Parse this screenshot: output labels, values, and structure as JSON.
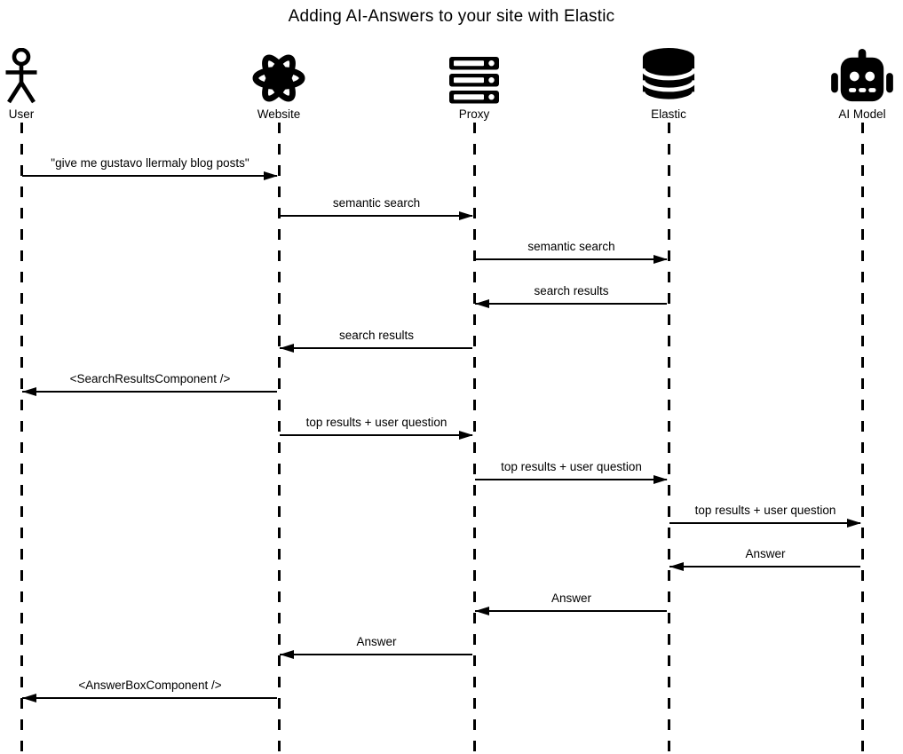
{
  "title": "Adding AI-Answers to your site with Elastic",
  "colors": {
    "foreground": "#000000",
    "background": "#ffffff"
  },
  "diagram": {
    "type": "sequence-diagram",
    "actors": [
      {
        "id": "user",
        "label": "User",
        "icon": "person-icon"
      },
      {
        "id": "website",
        "label": "Website",
        "icon": "react-atom-icon"
      },
      {
        "id": "proxy",
        "label": "Proxy",
        "icon": "server-stack-icon"
      },
      {
        "id": "elastic",
        "label": "Elastic",
        "icon": "database-icon"
      },
      {
        "id": "ai-model",
        "label": "AI Model",
        "icon": "robot-icon"
      }
    ],
    "messages": [
      {
        "from": "user",
        "to": "website",
        "label": "\"give me gustavo llermaly blog posts\""
      },
      {
        "from": "website",
        "to": "proxy",
        "label": "semantic search"
      },
      {
        "from": "proxy",
        "to": "elastic",
        "label": "semantic search"
      },
      {
        "from": "elastic",
        "to": "proxy",
        "label": "search results"
      },
      {
        "from": "proxy",
        "to": "website",
        "label": "search results"
      },
      {
        "from": "website",
        "to": "user",
        "label": "<SearchResultsComponent />"
      },
      {
        "from": "website",
        "to": "proxy",
        "label": "top results + user question"
      },
      {
        "from": "proxy",
        "to": "elastic",
        "label": "top results + user question"
      },
      {
        "from": "elastic",
        "to": "ai-model",
        "label": "top results + user question"
      },
      {
        "from": "ai-model",
        "to": "elastic",
        "label": "Answer"
      },
      {
        "from": "elastic",
        "to": "proxy",
        "label": "Answer"
      },
      {
        "from": "proxy",
        "to": "website",
        "label": "Answer"
      },
      {
        "from": "website",
        "to": "user",
        "label": "<AnswerBoxComponent />"
      }
    ]
  }
}
